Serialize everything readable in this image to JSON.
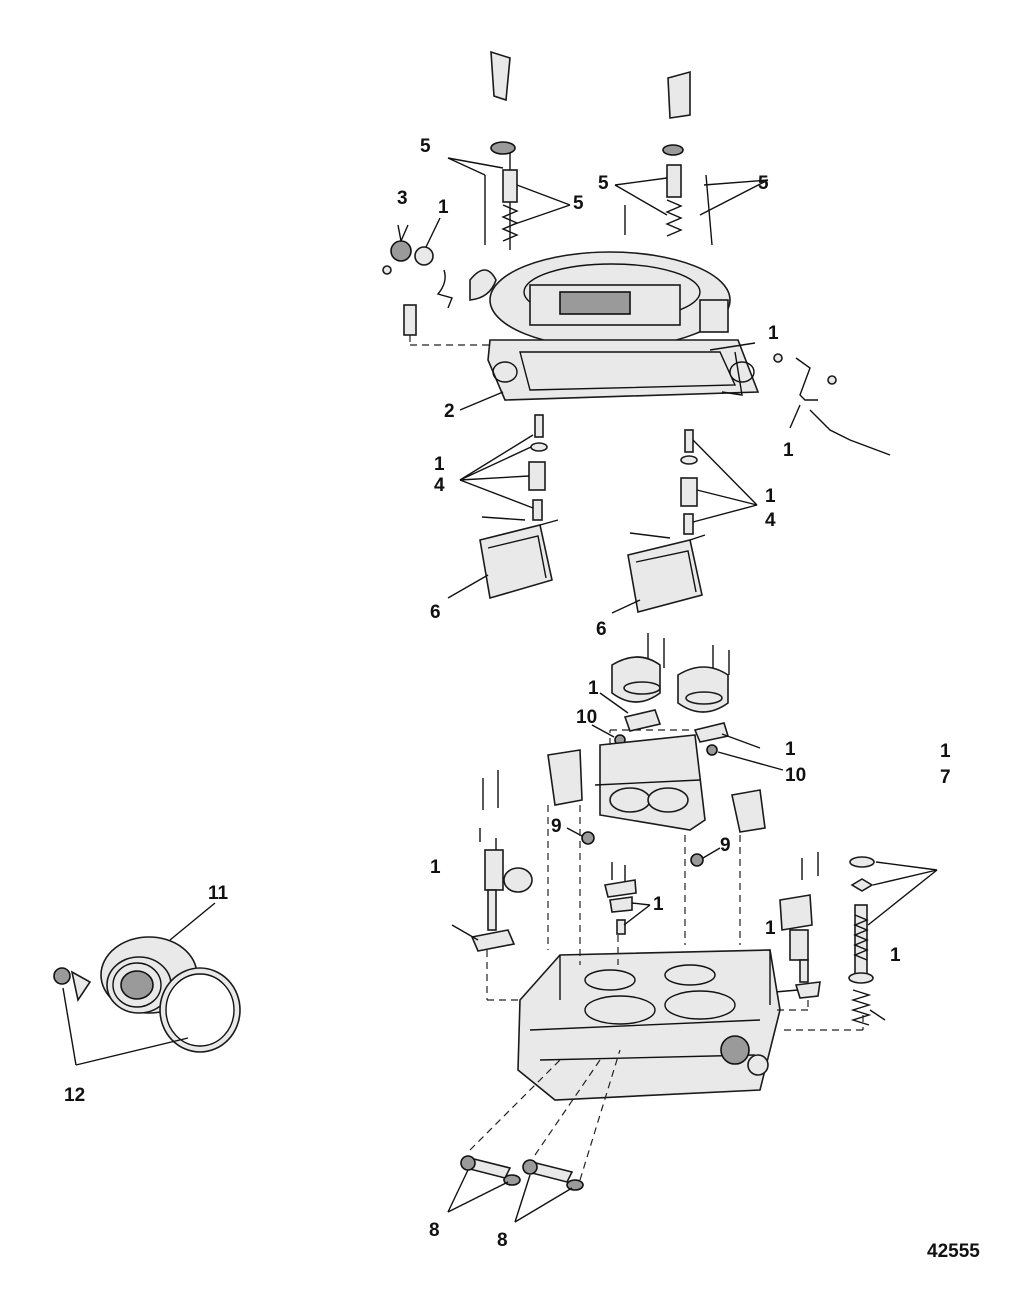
{
  "figure_id": "42555",
  "callouts": [
    {
      "id": "c1",
      "text": "5"
    },
    {
      "id": "c2",
      "text": "5"
    },
    {
      "id": "c3",
      "text": "5"
    },
    {
      "id": "c4",
      "text": "5"
    },
    {
      "id": "c5",
      "text": "3"
    },
    {
      "id": "c6",
      "text": "1"
    },
    {
      "id": "c7",
      "text": "1"
    },
    {
      "id": "c8",
      "text": "2"
    },
    {
      "id": "c9",
      "text": "1"
    },
    {
      "id": "c10",
      "text": "1"
    },
    {
      "id": "c11",
      "text": "4"
    },
    {
      "id": "c12",
      "text": "1"
    },
    {
      "id": "c13",
      "text": "4"
    },
    {
      "id": "c14",
      "text": "6"
    },
    {
      "id": "c15",
      "text": "6"
    },
    {
      "id": "c16",
      "text": "1"
    },
    {
      "id": "c17",
      "text": "10"
    },
    {
      "id": "c18",
      "text": "1"
    },
    {
      "id": "c19",
      "text": "10"
    },
    {
      "id": "c20",
      "text": "1"
    },
    {
      "id": "c21",
      "text": "7"
    },
    {
      "id": "c22",
      "text": "9"
    },
    {
      "id": "c23",
      "text": "9"
    },
    {
      "id": "c24",
      "text": "1"
    },
    {
      "id": "c25",
      "text": "1"
    },
    {
      "id": "c26",
      "text": "1"
    },
    {
      "id": "c27",
      "text": "1"
    },
    {
      "id": "c28",
      "text": "11"
    },
    {
      "id": "c29",
      "text": "12"
    },
    {
      "id": "c30",
      "text": "8"
    },
    {
      "id": "c31",
      "text": "8"
    }
  ]
}
